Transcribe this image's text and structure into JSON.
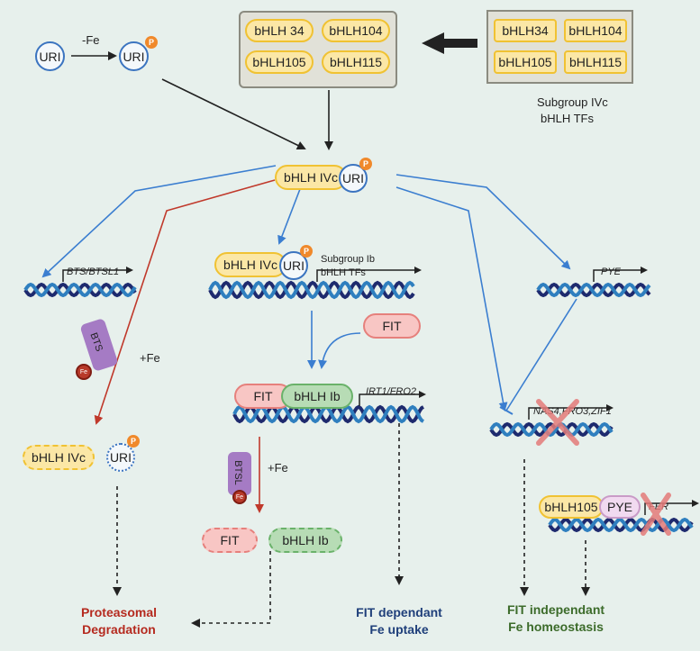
{
  "iron_sign": {
    "minus_fe": "-Fe",
    "plus_fe": "+Fe",
    "fe": "Fe"
  },
  "uri": {
    "label": "URI",
    "phospho": "P"
  },
  "complex_box": {
    "items": [
      "bHLH 34",
      "bHLH104",
      "bHLH105",
      "bHLH115"
    ]
  },
  "subgroup_box": {
    "items": [
      "bHLH34",
      "bHLH104",
      "bHLH105",
      "bHLH115"
    ],
    "caption_line1": "Subgroup IVc",
    "caption_line2": "bHLH TFs"
  },
  "center_complex": {
    "label": "bHLH IVc"
  },
  "promoter_complex": {
    "label": "bHLH IVc",
    "target_line1": "Subgroup Ib",
    "target_line2": "bHLH TFs"
  },
  "genes": {
    "bts": "BTS/BTSL1",
    "irt": "IRT1/FRO2",
    "pye": "PYE",
    "nas": "NAS4,FRO3,ZIF1",
    "fer": "FER"
  },
  "proteins": {
    "bts": "BTS",
    "btsl": "BTSL",
    "fit": "FIT",
    "bhlh_ib": "bHLH Ib",
    "bhlh105": "bHLH105",
    "pye": "PYE",
    "bhlh_ivc": "bHLH IVc"
  },
  "outcomes": {
    "proteasomal": {
      "line1": "Proteasomal",
      "line2": "Degradation"
    },
    "fit_dependant": {
      "line1": "FIT dependant",
      "line2": "Fe uptake"
    },
    "fit_independant": {
      "line1": "FIT independant",
      "line2": "Fe homeostasis"
    }
  },
  "colors": {
    "background": "#e7f0ec",
    "blue_arrow": "#3b7ed0",
    "red_arrow": "#c0392b",
    "dna_dark": "#1e2a6e",
    "dna_light": "#2f7fbf",
    "proteasomal": "#b52a1f",
    "fit_dependant": "#1f3f7a",
    "fit_independant": "#3c6b2a"
  }
}
